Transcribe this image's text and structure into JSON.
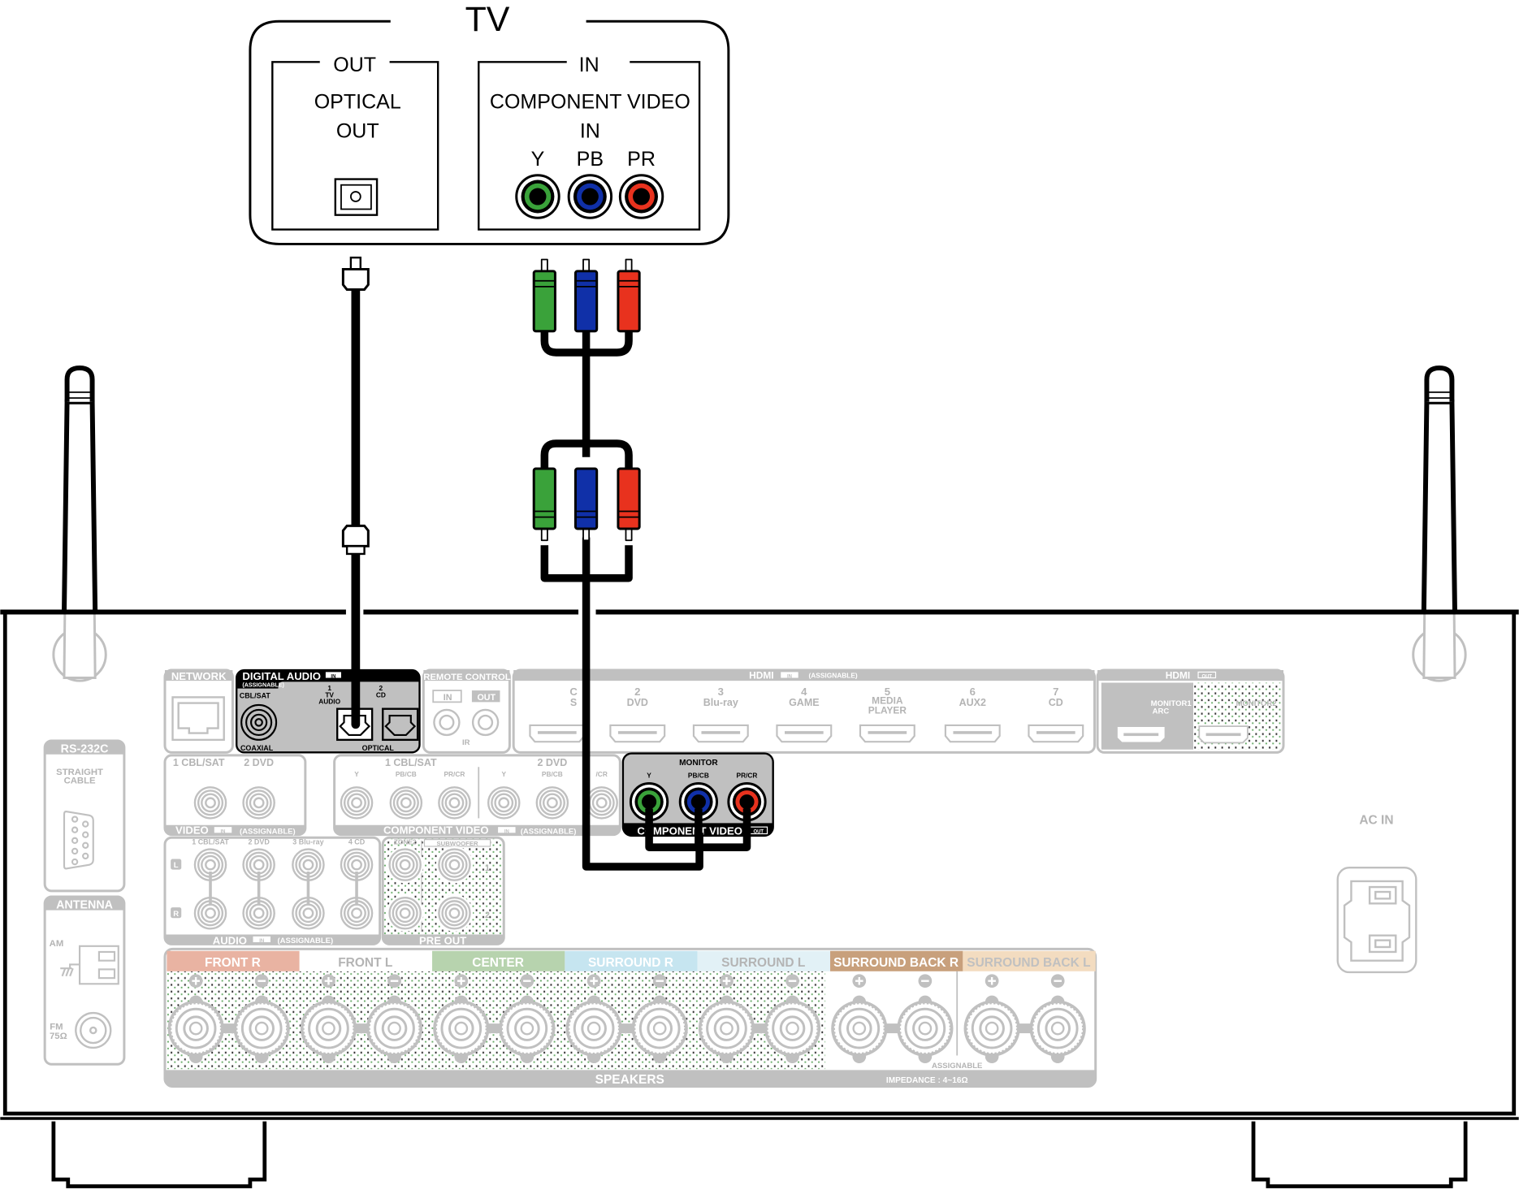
{
  "tv": {
    "title": "TV",
    "out_label": "OUT",
    "optical_out": [
      "OPTICAL",
      "OUT"
    ],
    "in_label": "IN",
    "component_in": [
      "COMPONENT VIDEO",
      "IN"
    ],
    "jack_labels": [
      "Y",
      "PB",
      "PR"
    ]
  },
  "receiver": {
    "network": "NETWORK",
    "digital_audio": {
      "title": "DIGITAL AUDIO",
      "badge": "IN",
      "assignable": "(ASSIGNABLE)",
      "cbl_sat": "CBL/SAT",
      "coaxial": "COAXIAL",
      "input1": [
        "1",
        "TV",
        "AUDIO"
      ],
      "input2": [
        "2",
        "CD"
      ],
      "optical": "OPTICAL"
    },
    "remote_control": {
      "title": "REMOTE CONTROL",
      "in": "IN",
      "out": "OUT",
      "ir": "IR"
    },
    "hdmi_in": {
      "title": "HDMI",
      "badge": "IN",
      "assignable": "(ASSIGNABLE)",
      "inputs": [
        {
          "num": "C",
          "name": "S"
        },
        {
          "num": "2",
          "name": "DVD"
        },
        {
          "num": "3",
          "name": "Blu-ray"
        },
        {
          "num": "4",
          "name": "GAME"
        },
        {
          "num": "5",
          "name": "MEDIA PLAYER"
        },
        {
          "num": "6",
          "name": "AUX2"
        },
        {
          "num": "7",
          "name": "CD"
        }
      ]
    },
    "hdmi_out": {
      "title": "HDMI",
      "badge": "OUT",
      "monitor1": [
        "MONITOR1",
        "ARC"
      ],
      "monitor2": "MONITOR2"
    },
    "rs232c": {
      "title": "RS-232C",
      "note": [
        "STRAIGHT",
        "CABLE"
      ]
    },
    "antenna": {
      "title": "ANTENNA",
      "am": "AM",
      "fm": [
        "FM",
        "75Ω"
      ]
    },
    "video": {
      "title": "VIDEO",
      "badge": "IN",
      "assignable": "(ASSIGNABLE)",
      "inputs": [
        "1 CBL/SAT",
        "2 DVD"
      ]
    },
    "component_video_in": {
      "title": "COMPONENT VIDEO",
      "badge": "IN",
      "assignable": "(ASSIGNABLE)",
      "groups": [
        "1 CBL/SAT",
        "2 DVD"
      ],
      "jacks": [
        "Y",
        "PB/CB",
        "PR/CR",
        "Y",
        "PB/CB",
        "/CR"
      ]
    },
    "component_monitor": {
      "title": "MONITOR",
      "jacks": [
        "Y",
        "PB/CB",
        "PR/CR"
      ],
      "footer": "COMPONENT VIDEO",
      "badge": "OUT"
    },
    "audio": {
      "title": "AUDIO",
      "badge": "IN",
      "assignable": "(ASSIGNABLE)",
      "inputs": [
        "1 CBL/SAT",
        "2 DVD",
        "3 Blu-ray",
        "4 CD"
      ],
      "left": "L",
      "right": "R"
    },
    "pre_out": {
      "title": "PRE OUT",
      "zone2": "ZONE2",
      "subwoofer": "SUBWOOFER",
      "sub_numbers": [
        "1",
        "2"
      ]
    },
    "speakers": {
      "title": "SPEAKERS",
      "impedance": "IMPEDANCE : 4~16Ω",
      "assignable": "ASSIGNABLE",
      "channels": [
        {
          "label": "FRONT R",
          "color": "#e9b3a2",
          "text_color": "#ffffff"
        },
        {
          "label": "FRONT L",
          "color": "#ffffff",
          "text_color": "#b4b4b4"
        },
        {
          "label": "CENTER",
          "color": "#b7d3ae",
          "text_color": "#ffffff"
        },
        {
          "label": "SURROUND R",
          "color": "#c6e5f0",
          "text_color": "#ffffff"
        },
        {
          "label": "SURROUND L",
          "color": "#e2f1f6",
          "text_color": "#b4b4b4"
        },
        {
          "label": "SURROUND BACK R",
          "color": "#c8a07c",
          "text_color": "#ffffff"
        },
        {
          "label": "SURROUND BACK L",
          "color": "#f3dcc0",
          "text_color": "#c0c0c0"
        }
      ]
    },
    "ac_in": "AC IN"
  },
  "colors": {
    "y": "#3aa23a",
    "pb": "#1030a8",
    "pr": "#e8321e",
    "panel_gray": "#c0c0c0"
  }
}
